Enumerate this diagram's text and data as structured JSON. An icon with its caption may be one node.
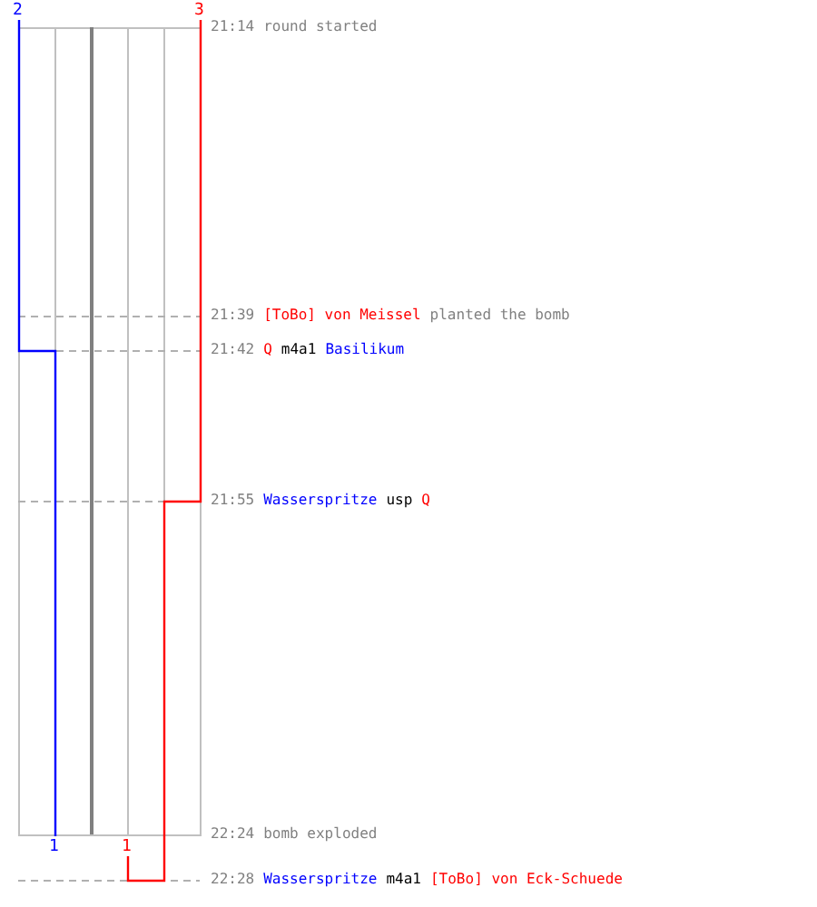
{
  "diagram": {
    "labels": [
      "2",
      "3",
      "21:14",
      "round started",
      "21:39",
      "[ToBo] von Meissel",
      "planted the bomb",
      "21:42",
      "Q",
      "m4a1",
      "Basilikum",
      "21:55",
      "Wasserspritze",
      "usp",
      "Q",
      "22:24",
      "bomb exploded",
      "1",
      "1",
      "22:28",
      "Wasserspritze",
      "m4a1",
      "[ToBo] von Eck-Schuede"
    ]
  }
}
